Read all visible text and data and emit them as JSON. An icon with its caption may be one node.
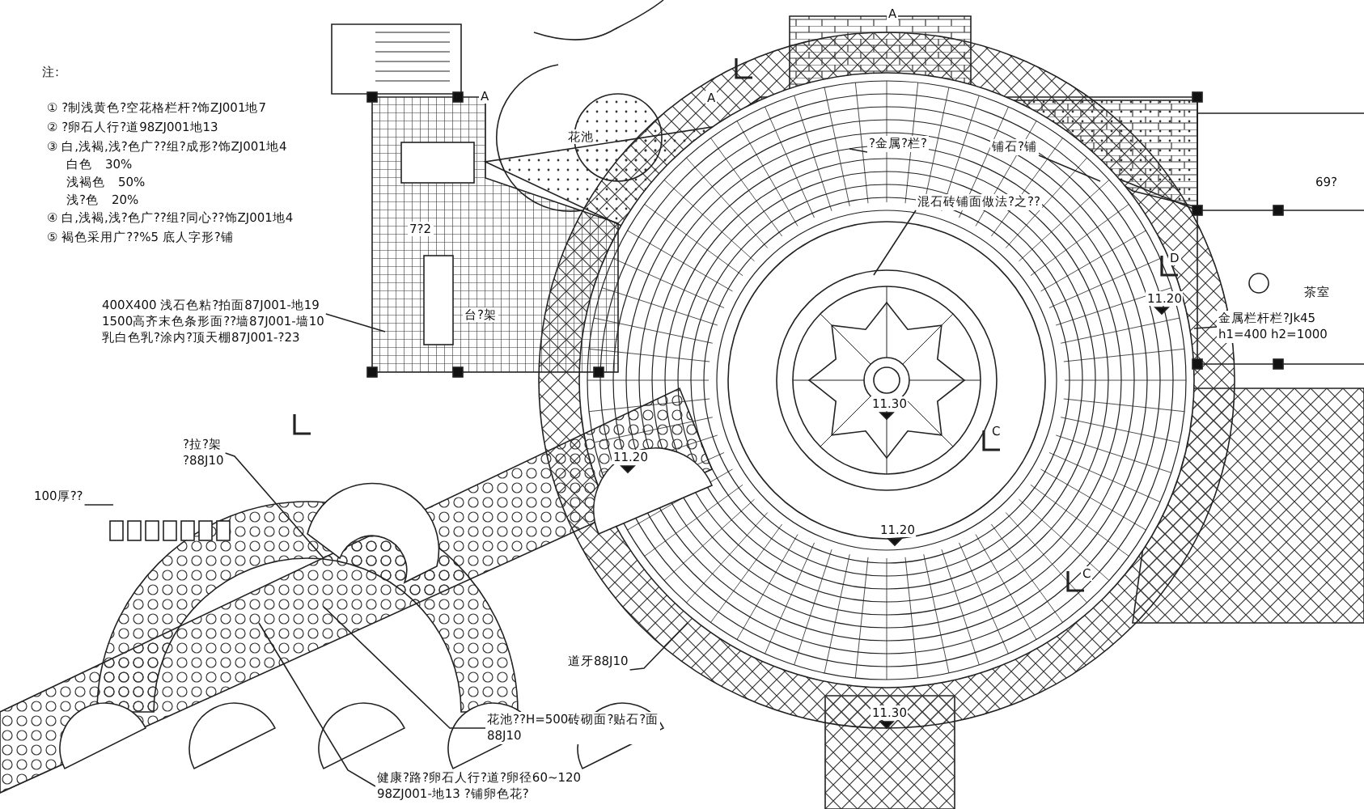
{
  "diagram": {
    "nodes": [
      {
        "text": [
          "400X400 浅石色粘?拍面87J001-地19",
          "1500高齐末色条形面??墙87J001-墙10",
          "乳白色乳?涂内?顶天棚87J001-?23"
        ]
      },
      {
        "text": [
          "?拉?架",
          "?88J10"
        ]
      },
      {
        "text": [
          "道牙88J10"
        ]
      },
      {
        "text": [
          "花池??H=500砖砌面?贴石?面",
          "88J10"
        ]
      },
      {
        "text": [
          "健康?路?卵石人行?道?卵径60~120",
          "98ZJ001-地13 ?铺卵色花?"
        ]
      },
      {
        "text": [
          "金属栏杆栏?Jk45",
          "h1=400 h2=1000"
        ]
      },
      {
        "text": [
          "?金属?栏?"
        ]
      },
      {
        "text": [
          "铺石?铺"
        ]
      },
      {
        "text": [
          "混石砖铺面做法?之??"
        ]
      },
      {
        "text": [
          "100厚??"
        ]
      }
    ],
    "edges": [
      {
        "from": 0,
        "to": null,
        "arrow": "none"
      },
      {
        "from": 1,
        "to": null,
        "arrow": "none"
      },
      {
        "from": 2,
        "to": null,
        "arrow": "none"
      },
      {
        "from": 3,
        "to": null,
        "arrow": "none"
      },
      {
        "from": 4,
        "to": null,
        "arrow": "none"
      },
      {
        "from": 5,
        "to": null,
        "arrow": "none"
      },
      {
        "from": 6,
        "to": null,
        "arrow": "none"
      },
      {
        "from": 7,
        "to": null,
        "arrow": "none"
      },
      {
        "from": 8,
        "to": null,
        "arrow": "none"
      },
      {
        "from": 9,
        "to": null,
        "arrow": "none"
      }
    ],
    "labels": [
      "注:",
      "① ?制浅黄色?空花格栏杆?饰ZJ001地7",
      "② ?卵石人行?道98ZJ001地13",
      "③ 白,浅褐,浅?色广??组?成形?饰ZJ001地4",
      "白色　30%",
      "浅褐色　50%",
      "浅?色　20%",
      "④ 白,浅褐,浅?色广??组?同心??饰ZJ001地4",
      "⑤ 褐色采用广??%5 底人字形?铺",
      "7?2",
      "花池",
      "台?架",
      "69?",
      "茶室",
      "11.30",
      "11.20",
      "11.20",
      "11.20",
      "11.30",
      "A",
      "A",
      "A",
      "D",
      "C",
      "C"
    ]
  }
}
